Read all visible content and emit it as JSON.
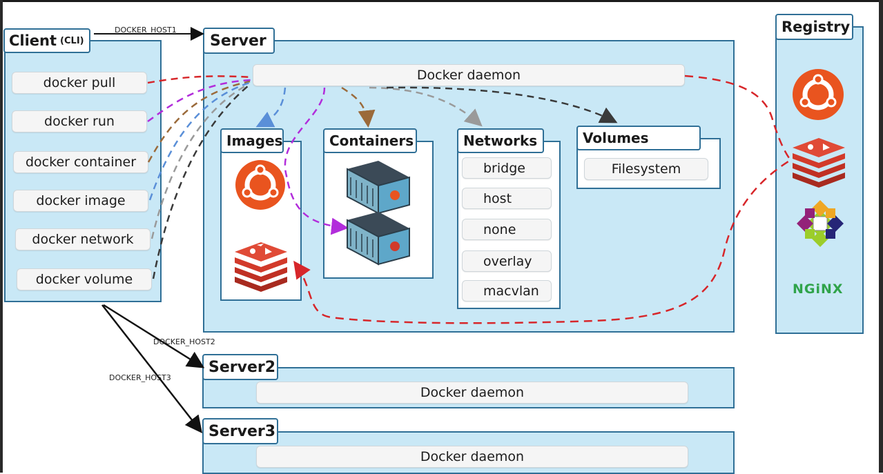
{
  "client": {
    "title": "Client",
    "title_suffix": "(CLI)",
    "commands": [
      "docker pull",
      "docker run",
      "docker container",
      "docker image",
      "docker network",
      "docker volume"
    ]
  },
  "server": {
    "title": "Server",
    "daemon": "Docker daemon",
    "images": {
      "title": "Images",
      "items": [
        "ubuntu-icon",
        "redis-icon"
      ]
    },
    "containers": {
      "title": "Containers",
      "items": [
        "container-icon",
        "container-icon"
      ]
    },
    "networks": {
      "title": "Networks",
      "items": [
        "bridge",
        "host",
        "none",
        "overlay",
        "macvlan"
      ]
    },
    "volumes": {
      "title": "Volumes",
      "items": [
        "Filesystem"
      ]
    }
  },
  "server2": {
    "title": "Server2",
    "daemon": "Docker daemon"
  },
  "server3": {
    "title": "Server3",
    "daemon": "Docker daemon"
  },
  "registry": {
    "title": "Registry",
    "items": [
      "ubuntu-icon",
      "redis-icon",
      "centos-icon",
      "NGiNX"
    ]
  },
  "connections": {
    "host1": "DOCKER_HOST1",
    "host2": "DOCKER_HOST2",
    "host3": "DOCKER_HOST3"
  },
  "colors": {
    "panel_fill": "#c9e8f6",
    "panel_border": "#2f6f96",
    "ubuntu": "#e9541f",
    "redis": "#d23a2a",
    "nginx": "#2fa34a",
    "pull_line": "#d7262a",
    "run_line": "#b22ddb"
  }
}
